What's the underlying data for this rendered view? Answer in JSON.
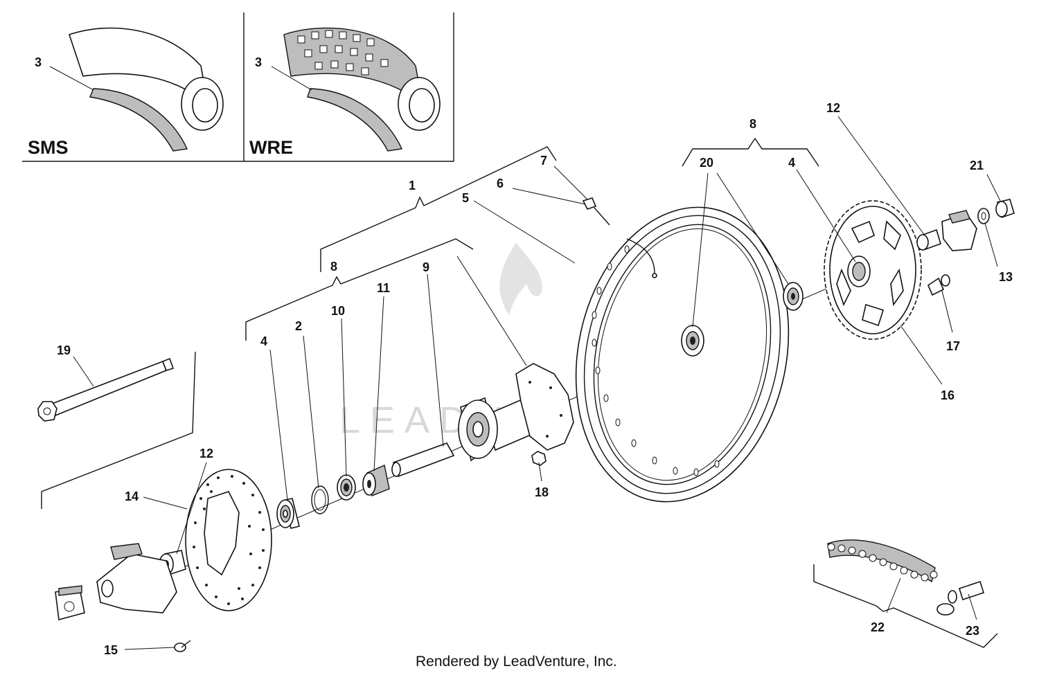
{
  "insets": [
    {
      "variant": "SMS",
      "callout": "3"
    },
    {
      "variant": "WRE",
      "callout": "3"
    }
  ],
  "callouts": {
    "c1": "1",
    "c2": "2",
    "c4_left": "4",
    "c4_right": "4",
    "c5": "5",
    "c6": "6",
    "c7": "7",
    "c8_left": "8",
    "c8_right": "8",
    "c9": "9",
    "c10": "10",
    "c11": "11",
    "c12_left": "12",
    "c12_right": "12",
    "c13": "13",
    "c14": "14",
    "c15": "15",
    "c16": "16",
    "c17": "17",
    "c18": "18",
    "c19": "19",
    "c20": "20",
    "c21": "21",
    "c22": "22",
    "c23": "23"
  },
  "watermark": {
    "text": "LEADVENTURE"
  },
  "footer": {
    "credit": "Rendered by LeadVenture, Inc."
  }
}
